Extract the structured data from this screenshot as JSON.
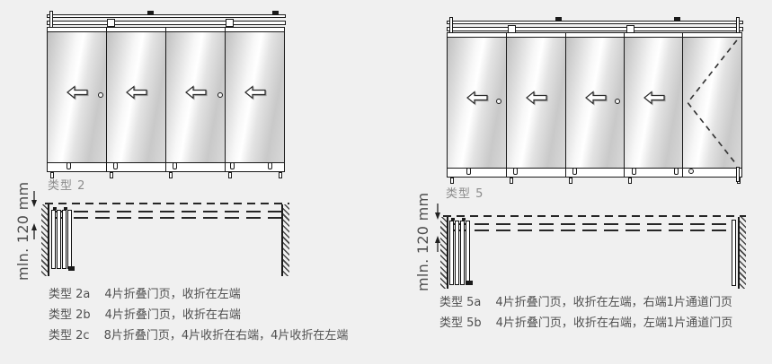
{
  "left_diagram": {
    "type_label": "类型 2",
    "dim_label": "mln. 120 mm",
    "panel_count": 4,
    "captions": [
      {
        "code": "类型 2a",
        "desc": "4片折叠门页，收折在左端"
      },
      {
        "code": "类型 2b",
        "desc": "4片折叠门页，收折在右端"
      },
      {
        "code": "类型 2c",
        "desc": "8片折叠门页，4片收折在右端，4片收折在左端"
      }
    ]
  },
  "right_diagram": {
    "type_label": "类型 5",
    "dim_label": "mln. 120 mm",
    "panel_count": 5,
    "captions": [
      {
        "code": "类型 5a",
        "desc": "4片折叠门页，收折在左端，右端1片通道门页"
      },
      {
        "code": "类型 5b",
        "desc": "4片折叠门页，收折在右端，左端1片通道门页"
      }
    ]
  },
  "colors": {
    "background": "#f0f0f0",
    "line": "#1a1a1a",
    "type_label": "#8c8c8c",
    "caption_text": "#4f4f4f"
  }
}
